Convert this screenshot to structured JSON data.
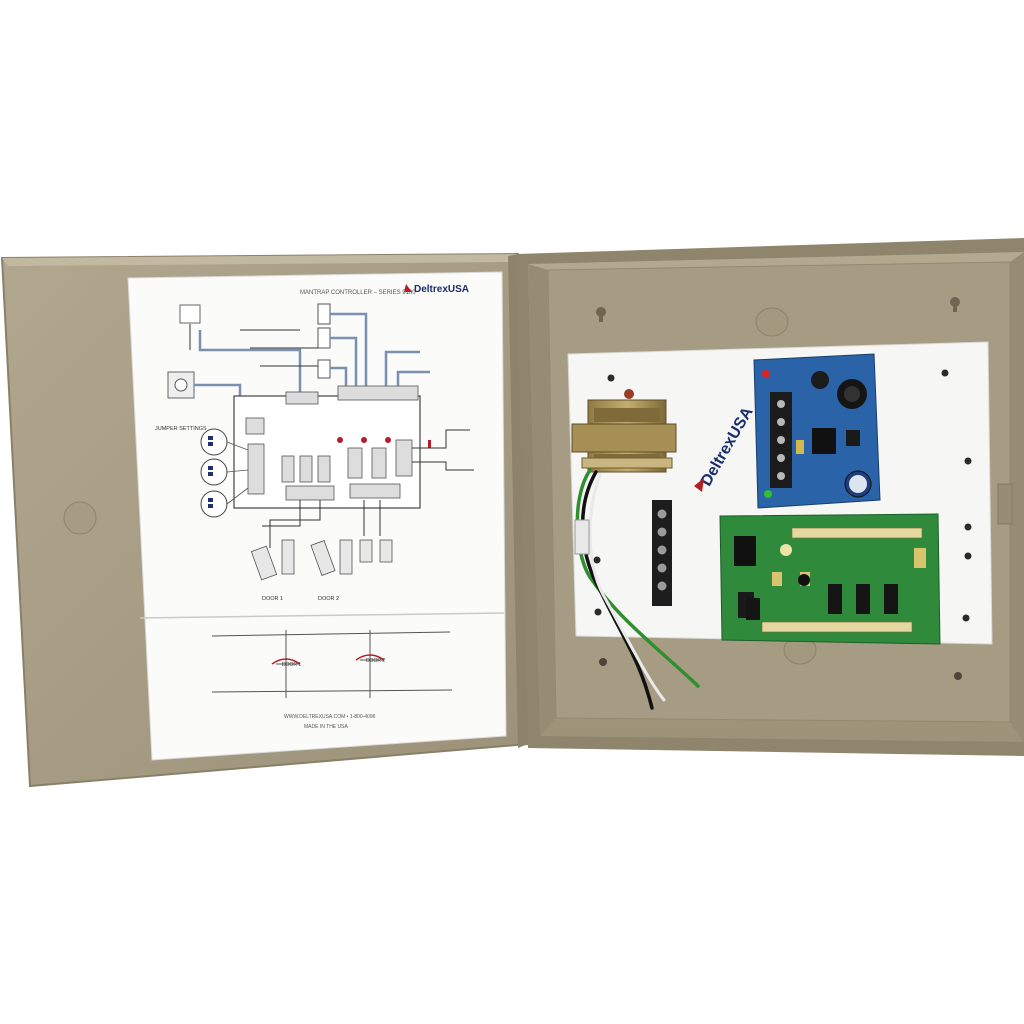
{
  "diagram": {
    "title": "MANTRAP CONTROLLER – SERIES 9100",
    "brand": "DeltrexUSA",
    "jumper_settings": "JUMPER SETTINGS",
    "door1": "DOOR 1",
    "door2": "DOOR 2",
    "door_label_a": "DOOR 1",
    "door_label_b": "DOOR 2",
    "footer_web": "WWW.DELTREXUSA.COM • 1-800-4096",
    "footer_made": "MADE IN THE USA"
  },
  "panel": {
    "brand": "DeltrexUSA"
  },
  "colors": {
    "enclosure": "#a99f87",
    "enclosure_shadow": "#8e846c",
    "backplate": "#f6f6f4",
    "pcb_blue": "#2a63a8",
    "pcb_green": "#2f8a3c",
    "transformer": "#a88f52",
    "wire_green": "#2f8f2f",
    "wire_black": "#111111"
  }
}
